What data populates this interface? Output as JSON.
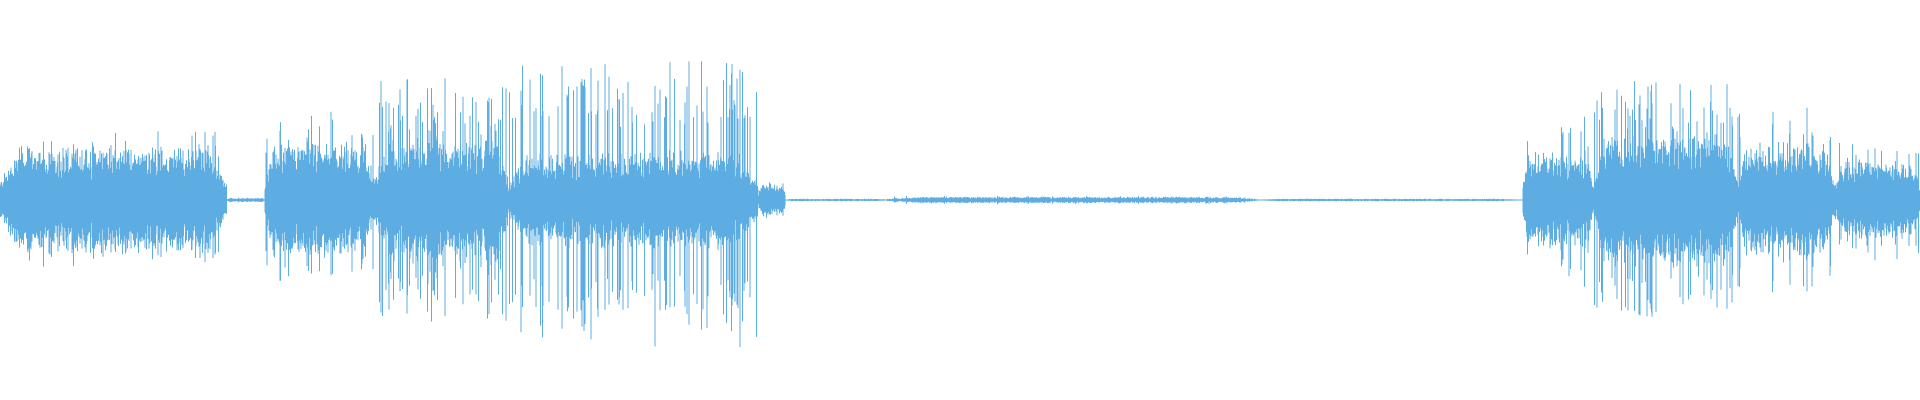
{
  "waveform": {
    "color": "#5dade2",
    "background": "#ffffff",
    "amplitude_scale": 1.0,
    "segments": [
      {
        "start": 0.0,
        "end": 0.118,
        "envelope": 0.25,
        "spike": 0.32,
        "density": "dense"
      },
      {
        "start": 0.118,
        "end": 0.138,
        "envelope": 0.01,
        "spike": 0.01,
        "density": "quiet"
      },
      {
        "start": 0.138,
        "end": 0.195,
        "envelope": 0.26,
        "spike": 0.4,
        "density": "dense"
      },
      {
        "start": 0.195,
        "end": 0.265,
        "envelope": 0.28,
        "spike": 0.55,
        "density": "burst"
      },
      {
        "start": 0.265,
        "end": 0.395,
        "envelope": 0.22,
        "spike": 0.65,
        "density": "burst"
      },
      {
        "start": 0.395,
        "end": 0.409,
        "envelope": 0.08,
        "spike": 0.12,
        "density": "taper"
      },
      {
        "start": 0.409,
        "end": 0.462,
        "envelope": 0.006,
        "spike": 0.008,
        "density": "quiet"
      },
      {
        "start": 0.462,
        "end": 0.655,
        "envelope": 0.015,
        "spike": 0.02,
        "density": "low"
      },
      {
        "start": 0.655,
        "end": 0.793,
        "envelope": 0.006,
        "spike": 0.008,
        "density": "quiet"
      },
      {
        "start": 0.793,
        "end": 0.83,
        "envelope": 0.22,
        "spike": 0.38,
        "density": "dense"
      },
      {
        "start": 0.83,
        "end": 0.905,
        "envelope": 0.3,
        "spike": 0.55,
        "density": "burst"
      },
      {
        "start": 0.905,
        "end": 0.955,
        "envelope": 0.26,
        "spike": 0.45,
        "density": "dense"
      },
      {
        "start": 0.955,
        "end": 1.0,
        "envelope": 0.18,
        "spike": 0.28,
        "density": "dense"
      }
    ]
  }
}
